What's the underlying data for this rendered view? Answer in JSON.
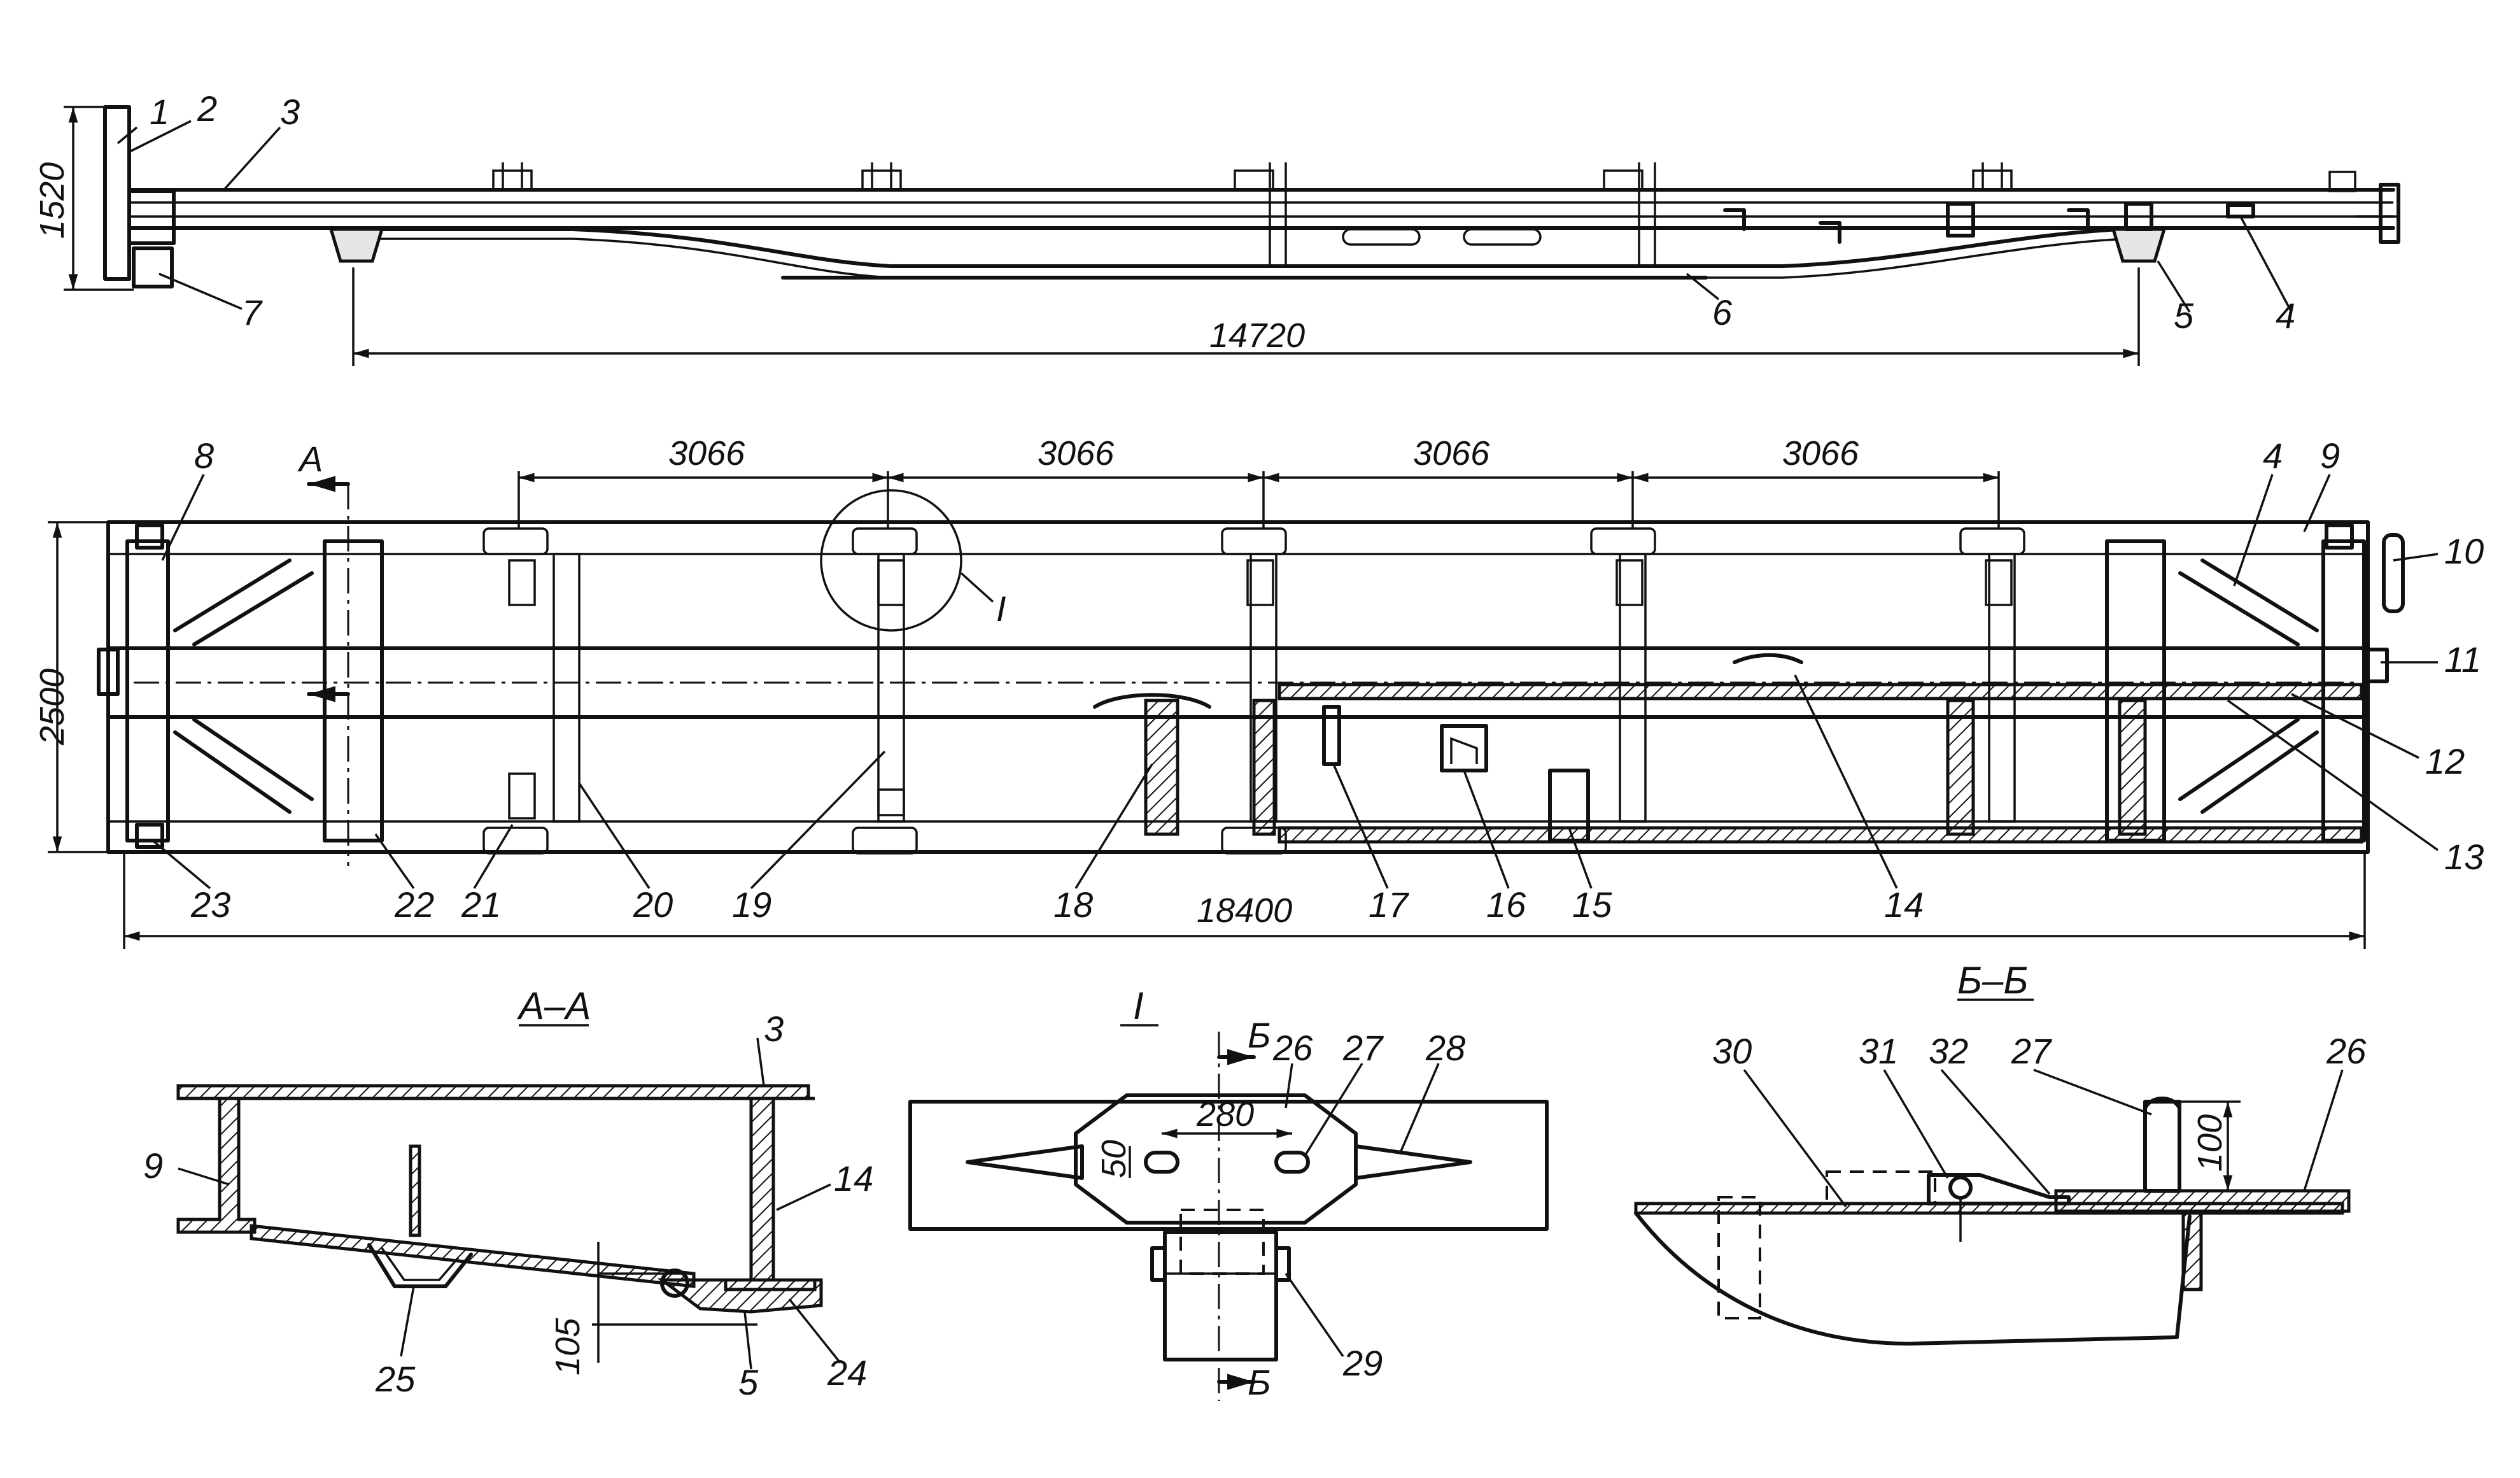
{
  "side_view": {
    "height_dim": "1520",
    "wheelbase_dim": "14720",
    "callouts": [
      "1",
      "2",
      "3",
      "7",
      "6",
      "5",
      "4"
    ]
  },
  "plan_view": {
    "span_dims": [
      "3066",
      "3066",
      "3066",
      "3066"
    ],
    "width_dim": "2500",
    "length_dim": "18400",
    "section_mark": "A",
    "detail_mark": "I",
    "callouts_top": [
      "8",
      "4",
      "9",
      "10",
      "11",
      "12",
      "13"
    ],
    "callouts_bottom": [
      "23",
      "22",
      "21",
      "20",
      "19",
      "18",
      "17",
      "16",
      "15",
      "14"
    ]
  },
  "section_aa": {
    "title": "А–А",
    "callouts": [
      "3",
      "9",
      "14",
      "25",
      "5",
      "24"
    ],
    "dim": "105"
  },
  "detail_i": {
    "title": "I",
    "cut_mark": "Б",
    "callouts": [
      "26",
      "27",
      "28",
      "29"
    ],
    "dim_width": "280",
    "dim_height": "50"
  },
  "section_bb": {
    "title": "Б–Б",
    "callouts": [
      "30",
      "31",
      "32",
      "27",
      "26"
    ],
    "dim": "100"
  }
}
